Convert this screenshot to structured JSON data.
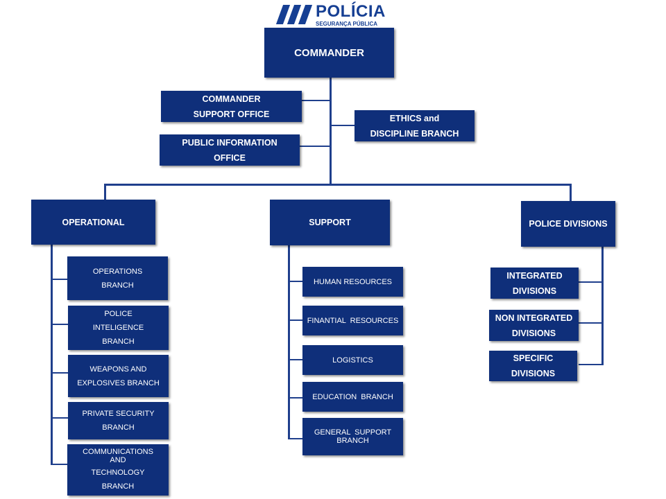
{
  "logo": {
    "title": "POLÍCIA",
    "subtitle": "SEGURANÇA PÚBLICA"
  },
  "commander": "COMMANDER",
  "staff": {
    "support_office": [
      "COMMANDER",
      "SUPPORT OFFICE"
    ],
    "public_info": [
      "PUBLIC INFORMATION",
      "OFFICE"
    ],
    "ethics": [
      "ETHICS and",
      "DISCIPLINE BRANCH"
    ]
  },
  "operational": {
    "title": "OPERATIONAL",
    "units": [
      [
        "OPERATIONS",
        "BRANCH"
      ],
      [
        "POLICE",
        "INTELIGENCE",
        "BRANCH"
      ],
      [
        "WEAPONS AND",
        "EXPLOSIVES BRANCH"
      ],
      [
        "PRIVATE SECURITY",
        "BRANCH"
      ],
      [
        "COMMUNICATIONS",
        "AND",
        "TECHNOLOGY",
        "BRANCH"
      ]
    ]
  },
  "support": {
    "title": "SUPPORT",
    "units": [
      [
        "HUMAN RESOURCES"
      ],
      [
        "FINANTIAL  RESOURCES"
      ],
      [
        "LOGISTICS"
      ],
      [
        "EDUCATION  BRANCH"
      ],
      [
        "GENERAL  SUPPORT",
        "BRANCH"
      ]
    ]
  },
  "divisions": {
    "title": "POLICE DIVISIONS",
    "units": [
      [
        "INTEGRATED",
        "DIVISIONS"
      ],
      [
        "NON INTEGRATED",
        "DIVISIONS"
      ],
      [
        "SPECIFIC",
        "DIVISIONS"
      ]
    ]
  }
}
